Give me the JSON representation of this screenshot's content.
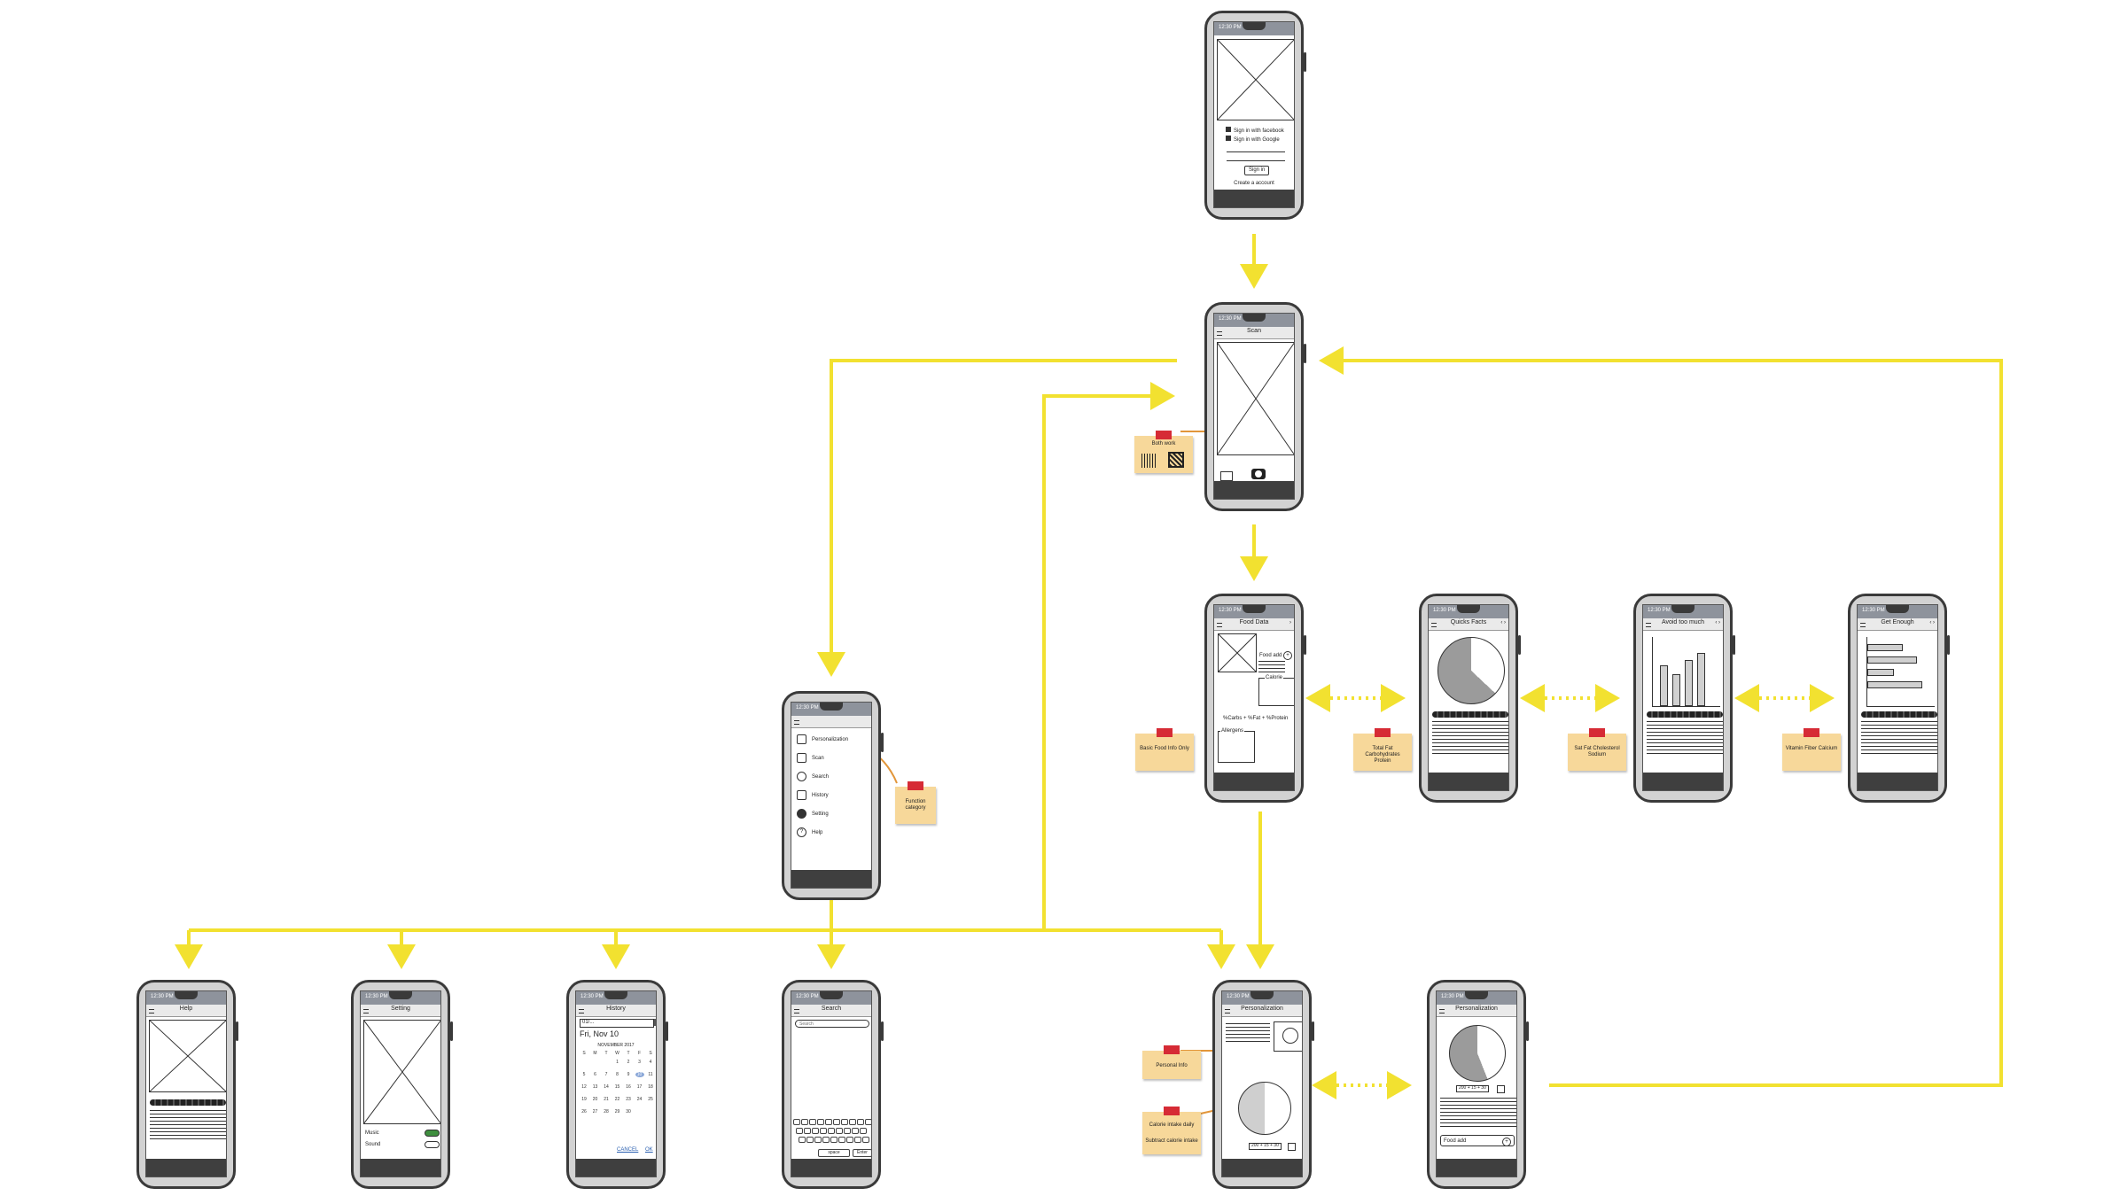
{
  "screens": {
    "login": {
      "status_time": "12:30 PM",
      "facebook_label": "Sign in with facebook",
      "google_label": "Sign in with Google",
      "signin_button": "Sign in",
      "create_account": "Create a account"
    },
    "scan": {
      "status_time": "12:30 PM",
      "title": "Scan"
    },
    "menu": {
      "status_time": "12:30 PM",
      "items": [
        "Personalization",
        "Scan",
        "Search",
        "History",
        "Setting",
        "Help"
      ]
    },
    "food_data": {
      "status_time": "12:30 PM",
      "title": "Food Data",
      "food_add": "Food add",
      "calorie": "Calorie",
      "macro": "%Carbs + %Fat + %Protein",
      "allergens": "Allergens"
    },
    "quick_facts": {
      "status_time": "12:30 PM",
      "title": "Quicks Facts"
    },
    "avoid_too_much": {
      "status_time": "12:30 PM",
      "title": "Avoid too much"
    },
    "get_enough": {
      "status_time": "12:30 PM",
      "title": "Get Enough"
    },
    "help": {
      "status_time": "12:30 PM",
      "title": "Help"
    },
    "setting": {
      "status_time": "12:30 PM",
      "title": "Setting",
      "music": "Music",
      "sound": "Sound"
    },
    "history": {
      "status_time": "12:30 PM",
      "title": "History",
      "input_value": "01/...",
      "date_label": "Fri, Nov 10",
      "month": "NOVEMBER 2017",
      "weekdays": [
        "S",
        "M",
        "T",
        "W",
        "T",
        "F",
        "S"
      ],
      "days": [
        "",
        "",
        "",
        "1",
        "2",
        "3",
        "4",
        "5",
        "6",
        "7",
        "8",
        "9",
        "10",
        "11",
        "12",
        "13",
        "14",
        "15",
        "16",
        "17",
        "18",
        "19",
        "20",
        "21",
        "22",
        "23",
        "24",
        "25",
        "26",
        "27",
        "28",
        "29",
        "30",
        "",
        ""
      ],
      "cancel": "CANCEL",
      "ok": "OK"
    },
    "search": {
      "status_time": "12:30 PM",
      "title": "Search",
      "placeholder": "Search",
      "space_key": "space",
      "enter_key": "Enter"
    },
    "personalization_1": {
      "status_time": "12:30 PM",
      "title": "Personalization",
      "stepper": "200 + 15 + 30"
    },
    "personalization_2": {
      "status_time": "12:30 PM",
      "title": "Personalization",
      "stepper": "200 + 15 + 30",
      "food_add": "Food add"
    }
  },
  "notes": {
    "both_work": "Both work",
    "function_category": "Function category",
    "basic_food_info": "Basic Food Info Only",
    "total_fat": "Total Fat Carbohydrates Protein",
    "sat_fat": "Sat Fat Cholesterol Sodium",
    "vitamin": "Vitamin Fiber Calcium",
    "personal_info": "Personal Info",
    "calorie_intake": "Calorie intake daily",
    "subtract_calorie": "Subtract calorie intake"
  },
  "colors": {
    "connector": "#f2e130",
    "note": "#f7d89a",
    "pin": "#d62b35"
  }
}
